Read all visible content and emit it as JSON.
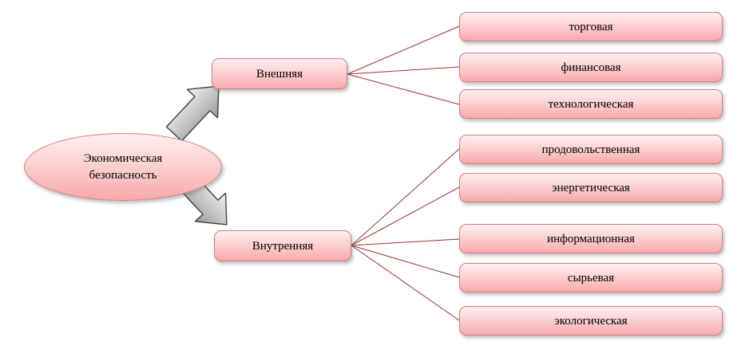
{
  "nodes": {
    "root": "Экономическая безопасность",
    "branches": [
      {
        "label": "Внешняя",
        "children": [
          "торговая",
          "финансовая",
          "технологическая"
        ]
      },
      {
        "label": "Внутренняя",
        "children": [
          "продовольственная",
          "энергетическая",
          "информационная",
          "сырьевая",
          "экологическая"
        ]
      }
    ]
  },
  "colors": {
    "box_border": "#cf7f7c",
    "box_fill_top": "#feeff0",
    "box_fill_bottom": "#f8a9a9",
    "connector": "#953735",
    "arrow_fill_light": "#f4f4f4",
    "arrow_fill_dark": "#9a9a9a",
    "arrow_outline": "#3f3f3f"
  }
}
